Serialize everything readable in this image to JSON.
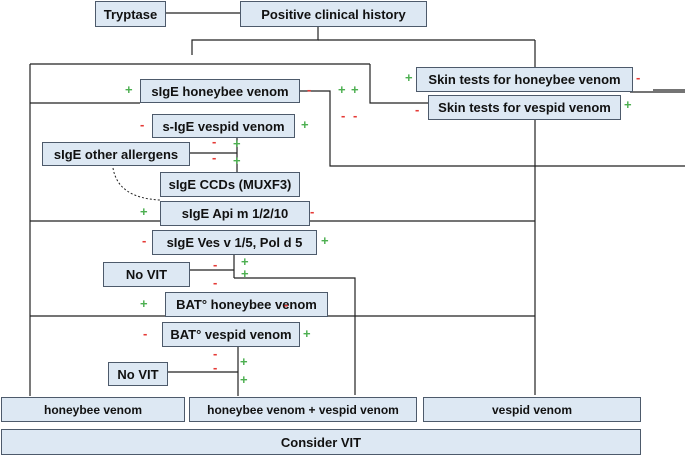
{
  "colors": {
    "box_fill": "#dde8f3",
    "box_border": "#4d5a6b",
    "line": "#222222",
    "plus": "#4caf50",
    "minus": "#e53935"
  },
  "symbols": {
    "plus": "+",
    "minus": "-"
  },
  "nodes": {
    "tryptase": "Tryptase",
    "history": "Positive clinical history",
    "skin_honeybee": "Skin tests for honeybee venom",
    "skin_vespid": "Skin tests for vespid venom",
    "sige_honeybee": "sIgE honeybee venom",
    "sige_vespid": "s-IgE vespid venom",
    "sige_other": "sIgE other allergens",
    "sige_ccds": "sIgE CCDs (MUXF3)",
    "sige_api": "sIgE Api m 1/2/10",
    "sige_ves": "sIgE Ves v 1/5, Pol d 5",
    "no_vit_1": "No  VIT",
    "bat_honeybee": "BAT° honeybee venom",
    "bat_vespid": "BAT° vespid venom",
    "no_vit_2": "No VIT",
    "out_honeybee": "honeybee venom",
    "out_both": "honeybee venom + vespid venom",
    "out_vespid": "vespid venom",
    "consider_vit": "Consider VIT"
  }
}
